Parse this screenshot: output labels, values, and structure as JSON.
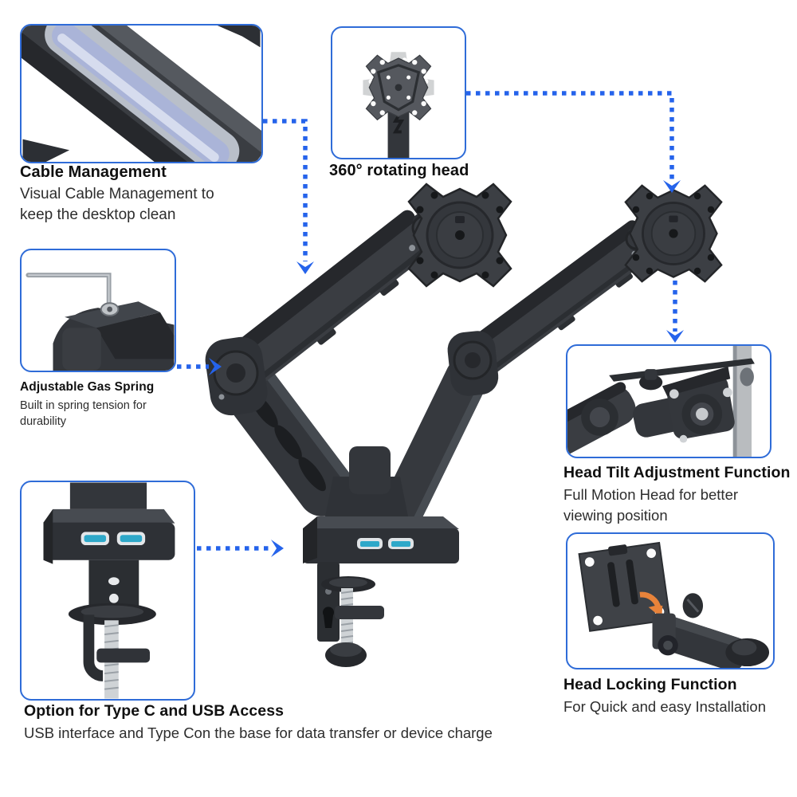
{
  "page": {
    "type": "product-feature-infographic",
    "product": "dual-monitor-desk-mount-arm",
    "background_color": "#ffffff",
    "accent_box_border_color": "#2f6cd8",
    "dotted_arrow_color": "#2563eb",
    "usb_port_color": "#2ea8c9",
    "lock_arrow_color": "#e8833a",
    "metal_color": "#36393e"
  },
  "callouts": {
    "cable_management": {
      "title": "Cable Management",
      "description": "Visual Cable Management to keep the desktop clean",
      "thumbnail": "cable-channel-closeup"
    },
    "rotating_head": {
      "title": "360° rotating head",
      "thumbnail": "rotating-vesa-head-closeup"
    },
    "gas_spring": {
      "title": "Adjustable Gas Spring",
      "description": "Built in spring tension for durability",
      "thumbnail": "hex-key-tension-adjustment-closeup"
    },
    "usb_access": {
      "title": "Option for Type C and USB Access",
      "description": "USB interface and Type Con the base for data transfer or device charge",
      "thumbnail": "clamp-base-usb-ports-closeup"
    },
    "head_tilt": {
      "title": "Head Tilt Adjustment Function",
      "description": "Full Motion Head for better viewing position",
      "thumbnail": "tilting-head-closeup"
    },
    "head_locking": {
      "title": "Head Locking Function",
      "description": "For Quick and easy Installation",
      "thumbnail": "detachable-vesa-plate-lock-closeup"
    }
  }
}
